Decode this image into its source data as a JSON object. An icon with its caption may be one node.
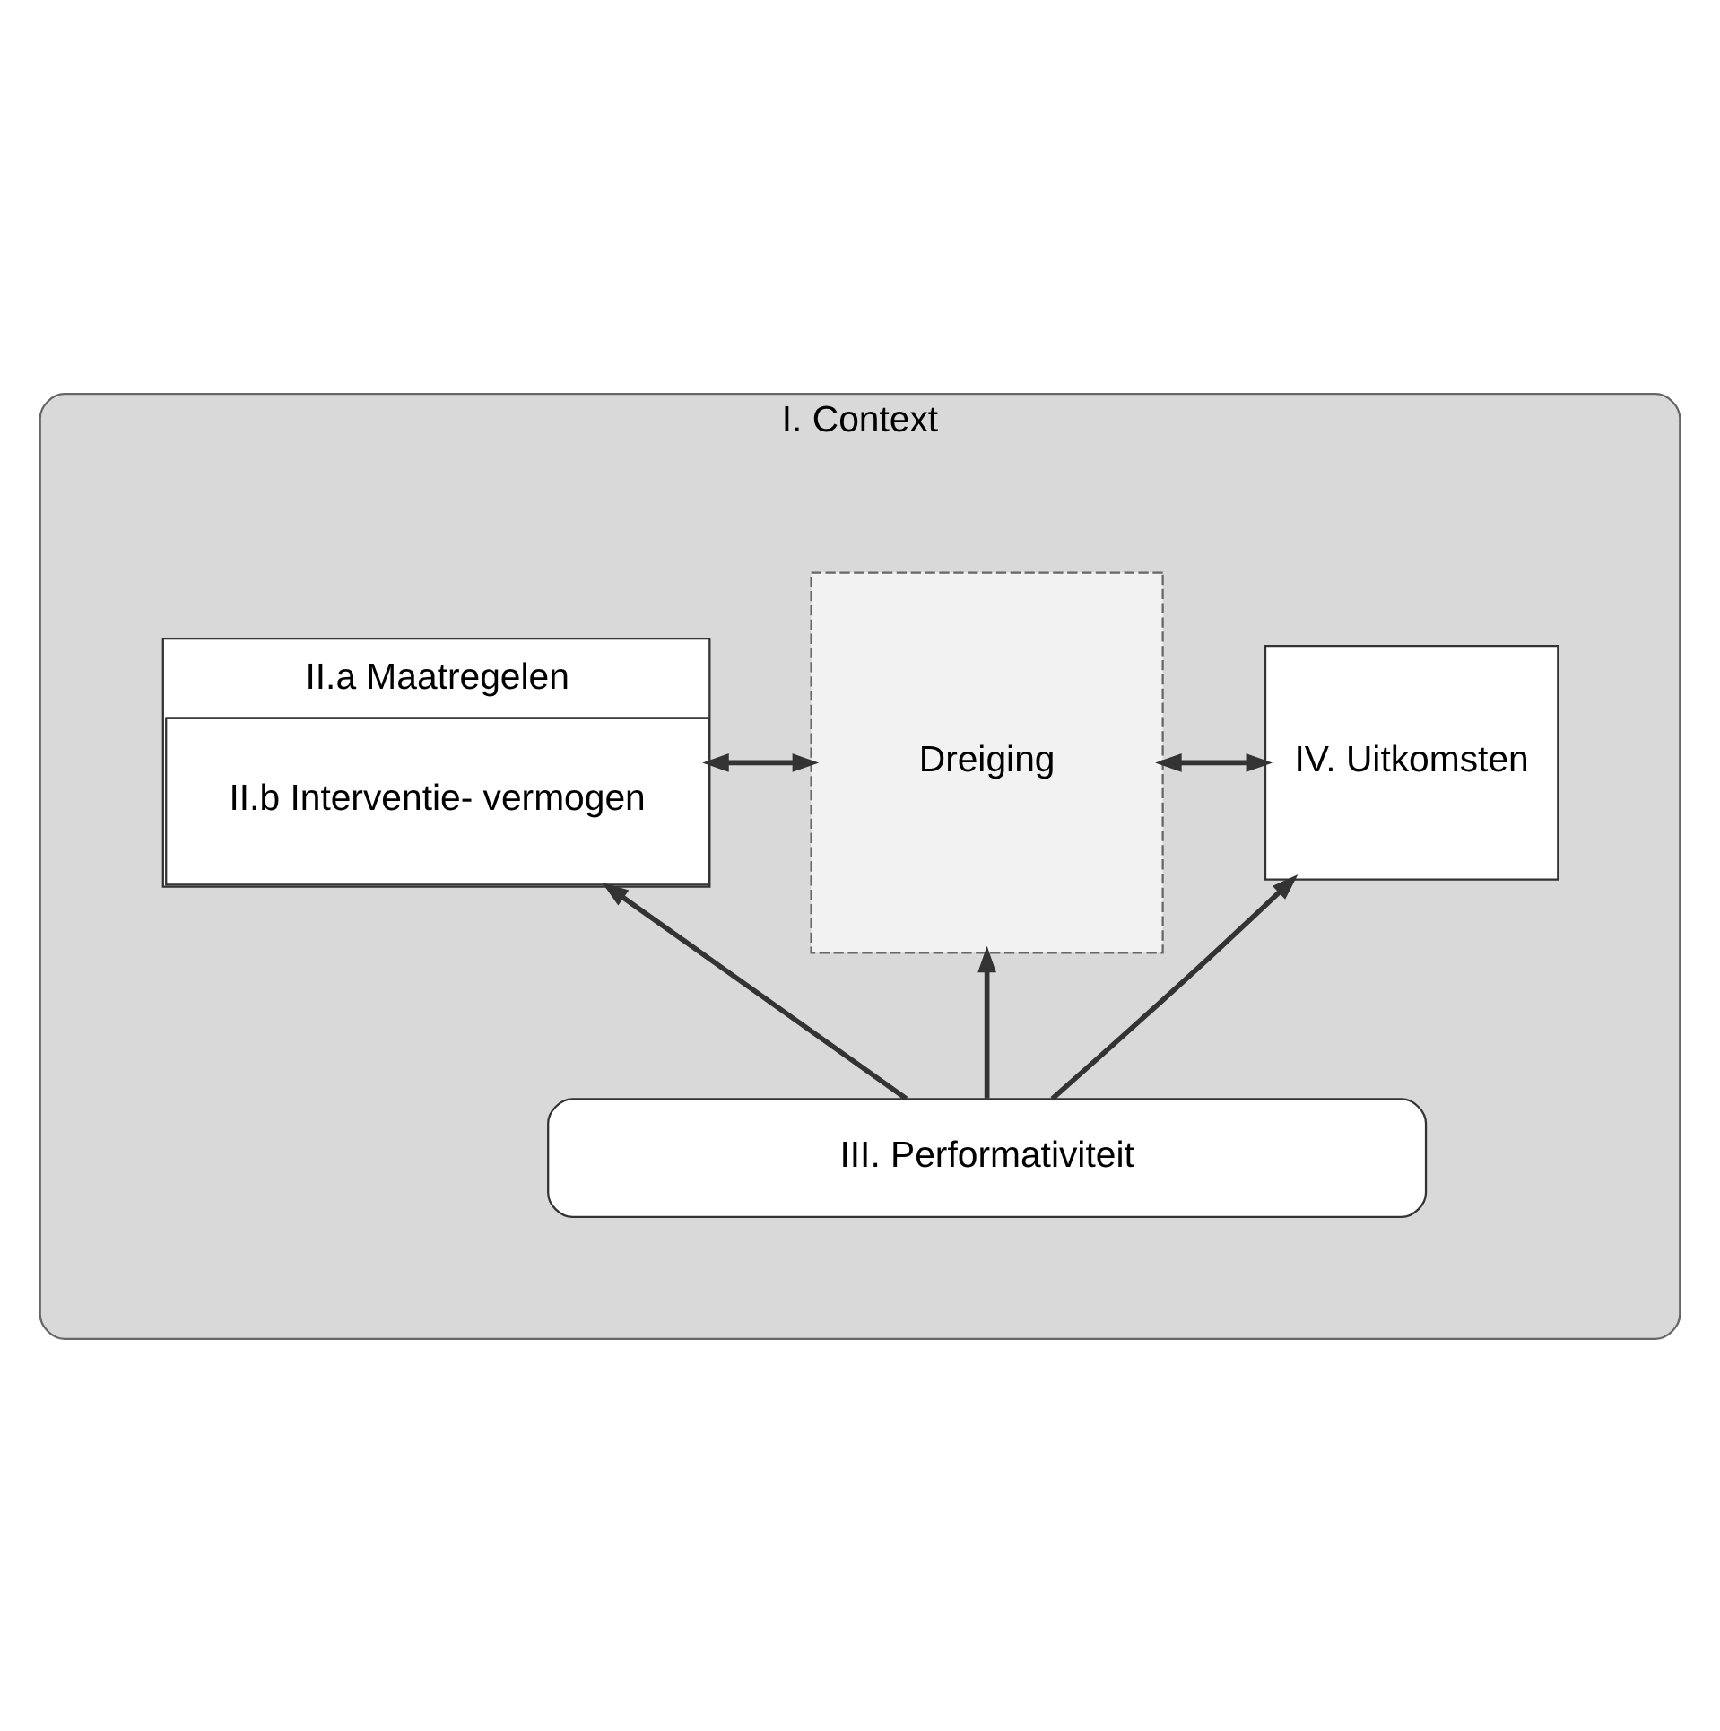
{
  "diagram": {
    "nodes": [
      {
        "text": [
          "I. Context"
        ]
      },
      {
        "text": [
          "II.a Maatregelen",
          "II.b Interventie- vermogen"
        ],
        "in": 0
      },
      {
        "text": [
          "Dreiging"
        ],
        "in": 0
      },
      {
        "text": [
          "IV. Uitkomsten"
        ],
        "in": 0
      },
      {
        "text": [
          "III. Performativiteit"
        ],
        "in": 0
      }
    ],
    "edges": [
      {
        "from": 1,
        "to": 2,
        "arrow": "both"
      },
      {
        "from": 2,
        "to": 3,
        "arrow": "both"
      },
      {
        "from": 4,
        "to": 1,
        "arrow": "to"
      },
      {
        "from": 4,
        "to": 2,
        "arrow": "to"
      },
      {
        "from": 4,
        "to": 3,
        "arrow": "to"
      }
    ]
  }
}
